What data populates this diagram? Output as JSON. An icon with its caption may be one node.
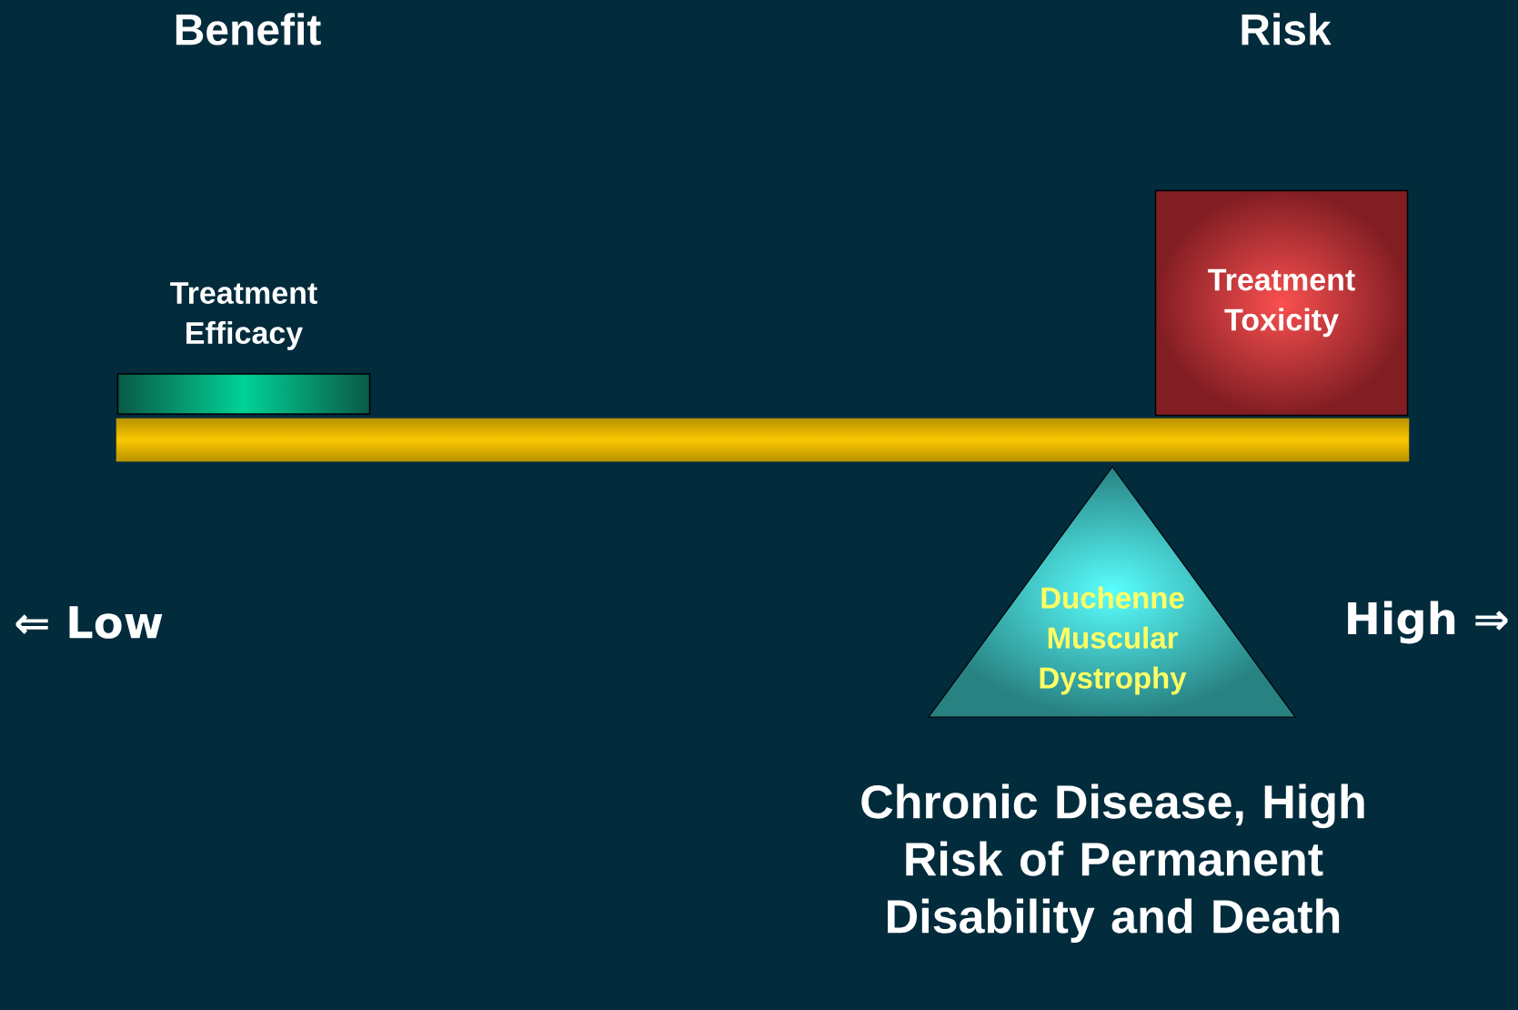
{
  "diagram": {
    "nodes": [
      {
        "text": [
          "Treatment Efficacy"
        ]
      },
      {
        "text": [
          "Treatment Toxicity"
        ]
      },
      {
        "text": [
          "Duchenne Muscular Dystrophy"
        ]
      }
    ],
    "labels": [
      "Benefit",
      "Risk",
      "⇐ Low",
      "High ⇒",
      "Chronic Disease, High Risk of Permanent Disability and Death"
    ]
  }
}
